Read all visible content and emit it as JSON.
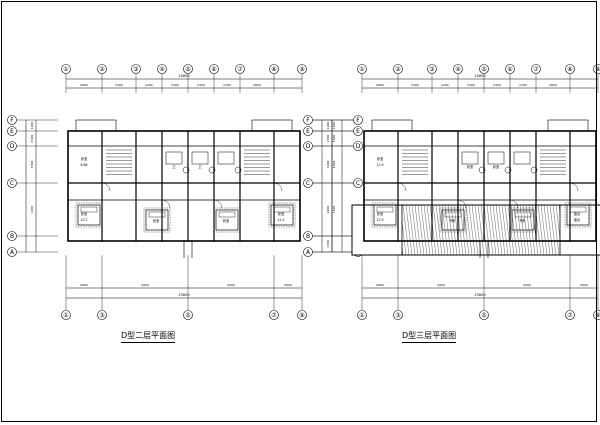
{
  "plans": [
    {
      "id": "plan-left",
      "title": "D型二层平面图",
      "top_axis_labels": [
        "①",
        "②",
        "③",
        "④",
        "⑤",
        "⑥",
        "⑦",
        "⑧",
        "⑨"
      ],
      "bottom_axis_labels": [
        "①",
        "③",
        "⑤",
        "⑦",
        "⑨"
      ],
      "row_axis_labels": [
        "F",
        "E",
        "D",
        "C",
        "B",
        "A"
      ],
      "top_dims": [
        "2600",
        "2100",
        "2100",
        "2100",
        "2100",
        "2100",
        "2600"
      ],
      "top_total": "15600",
      "bottom_dims": [
        "2600",
        "4200",
        "4200",
        "2600"
      ],
      "bottom_total": "15600",
      "left_dims": [
        "1200",
        "4300",
        "4300",
        "1500"
      ],
      "right_dims": [
        "1200",
        "4300",
        "4300",
        "1500"
      ],
      "room_labels": [
        "卧室",
        "8.88",
        "卧室",
        "10.7",
        "卧室",
        "卧室",
        "卧室",
        "12.4",
        "卫",
        "卫"
      ]
    },
    {
      "id": "plan-right",
      "title": "D型三层平面图",
      "top_axis_labels": [
        "①",
        "②",
        "③",
        "④",
        "⑤",
        "⑥",
        "⑦",
        "⑧",
        "⑨"
      ],
      "bottom_axis_labels": [
        "①",
        "③",
        "⑤",
        "⑦",
        "⑨"
      ],
      "row_axis_labels": [
        "F",
        "E",
        "D",
        "C",
        "B",
        "A"
      ],
      "top_dims": [
        "2600",
        "2100",
        "2100",
        "2100",
        "2100",
        "2100",
        "2600"
      ],
      "top_total": "15600",
      "bottom_dims": [
        "2600",
        "4200",
        "4200",
        "2600"
      ],
      "bottom_total": "15600",
      "left_dims": [
        "1200",
        "1300",
        "3200",
        "2400",
        "1300"
      ],
      "right_dims": [
        "1200",
        "1300",
        "3200",
        "2400",
        "1300"
      ],
      "room_labels": [
        "卧室",
        "12.9",
        "卧室",
        "12.9",
        "书房",
        "书房",
        "露台",
        "露台",
        "卧室",
        "卧室"
      ]
    }
  ]
}
